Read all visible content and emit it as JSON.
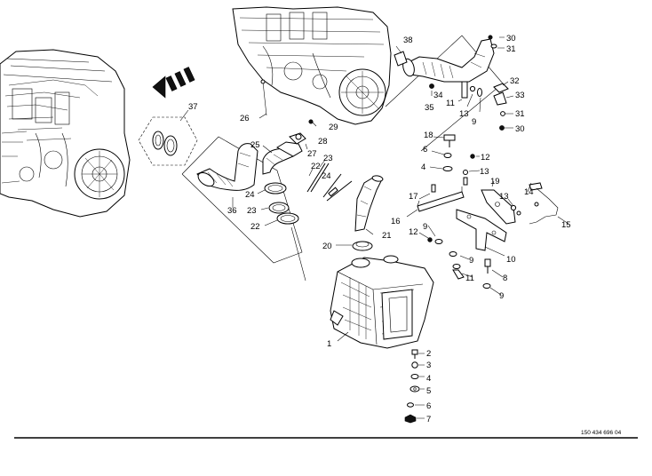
{
  "callouts": [
    {
      "id": "c1",
      "text": "1"
    },
    {
      "id": "c2",
      "text": "2"
    },
    {
      "id": "c3",
      "text": "3"
    },
    {
      "id": "c4a",
      "text": "4"
    },
    {
      "id": "c4b",
      "text": "4"
    },
    {
      "id": "c5",
      "text": "5"
    },
    {
      "id": "c6a",
      "text": "6"
    },
    {
      "id": "c6b",
      "text": "6"
    },
    {
      "id": "c7",
      "text": "7"
    },
    {
      "id": "c8",
      "text": "8"
    },
    {
      "id": "c9a",
      "text": "9"
    },
    {
      "id": "c9b",
      "text": "9"
    },
    {
      "id": "c9c",
      "text": "9"
    },
    {
      "id": "c9d",
      "text": "9"
    },
    {
      "id": "c10",
      "text": "10"
    },
    {
      "id": "c11a",
      "text": "11"
    },
    {
      "id": "c11b",
      "text": "11"
    },
    {
      "id": "c12a",
      "text": "12"
    },
    {
      "id": "c12b",
      "text": "12"
    },
    {
      "id": "c13a",
      "text": "13"
    },
    {
      "id": "c13b",
      "text": "13"
    },
    {
      "id": "c13c",
      "text": "13"
    },
    {
      "id": "c14",
      "text": "14"
    },
    {
      "id": "c15",
      "text": "15"
    },
    {
      "id": "c16",
      "text": "16"
    },
    {
      "id": "c17",
      "text": "17"
    },
    {
      "id": "c18",
      "text": "18"
    },
    {
      "id": "c19",
      "text": "19"
    },
    {
      "id": "c20",
      "text": "20"
    },
    {
      "id": "c21",
      "text": "21"
    },
    {
      "id": "c22a",
      "text": "22"
    },
    {
      "id": "c22b",
      "text": "22"
    },
    {
      "id": "c23a",
      "text": "23"
    },
    {
      "id": "c23b",
      "text": "23"
    },
    {
      "id": "c24a",
      "text": "24"
    },
    {
      "id": "c24b",
      "text": "24"
    },
    {
      "id": "c25",
      "text": "25"
    },
    {
      "id": "c26",
      "text": "26"
    },
    {
      "id": "c27",
      "text": "27"
    },
    {
      "id": "c28",
      "text": "28"
    },
    {
      "id": "c29",
      "text": "29"
    },
    {
      "id": "c30a",
      "text": "30"
    },
    {
      "id": "c30b",
      "text": "30"
    },
    {
      "id": "c31a",
      "text": "31"
    },
    {
      "id": "c31b",
      "text": "31"
    },
    {
      "id": "c32",
      "text": "32"
    },
    {
      "id": "c33",
      "text": "33"
    },
    {
      "id": "c34",
      "text": "34"
    },
    {
      "id": "c35",
      "text": "35"
    },
    {
      "id": "c36",
      "text": "36"
    },
    {
      "id": "c37",
      "text": "37"
    },
    {
      "id": "c38",
      "text": "38"
    }
  ],
  "drawing_number": "150 434 696 04",
  "colors": {
    "line": "#000000",
    "background": "#ffffff"
  },
  "icons": [
    "engine-illustration",
    "direction-arrow-icon",
    "muffler-illustration"
  ]
}
